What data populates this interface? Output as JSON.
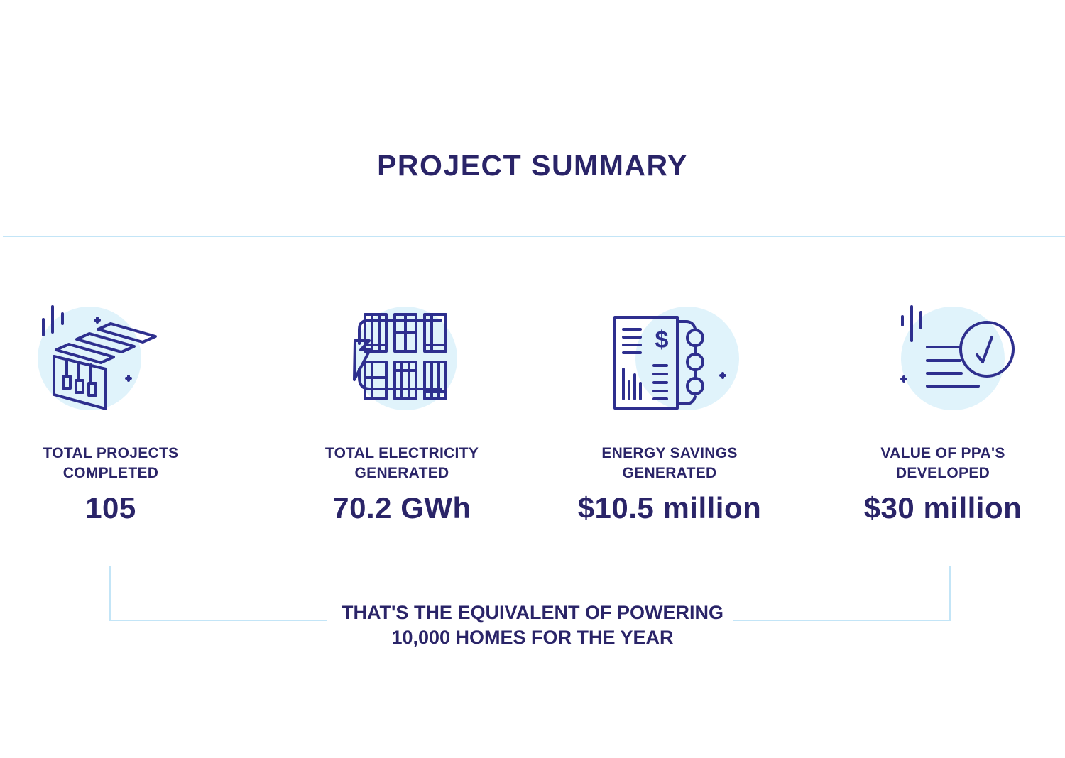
{
  "title": "PROJECT SUMMARY",
  "stats": [
    {
      "label_line1": "TOTAL PROJECTS",
      "label_line2": "COMPLETED",
      "value": "105",
      "icon": "solar-panels-icon"
    },
    {
      "label_line1": "TOTAL ELECTRICITY",
      "label_line2": "GENERATED",
      "value": "70.2 GWh",
      "icon": "solar-grid-lightning-icon"
    },
    {
      "label_line1": "ENERGY SAVINGS",
      "label_line2": "GENERATED",
      "value": "$10.5 million",
      "icon": "dollar-document-icon"
    },
    {
      "label_line1": "VALUE OF PPA'S",
      "label_line2": "DEVELOPED",
      "value": "$30 million",
      "icon": "checkmark-circle-icon"
    }
  ],
  "footer": {
    "line1": "THAT'S THE EQUIVALENT OF POWERING",
    "line2": "10,000 HOMES FOR THE YEAR"
  },
  "colors": {
    "text": "#2a2468",
    "icon": "#2e2f8e",
    "accent_light": "#e0f3fb",
    "line": "#c3e5f7"
  }
}
